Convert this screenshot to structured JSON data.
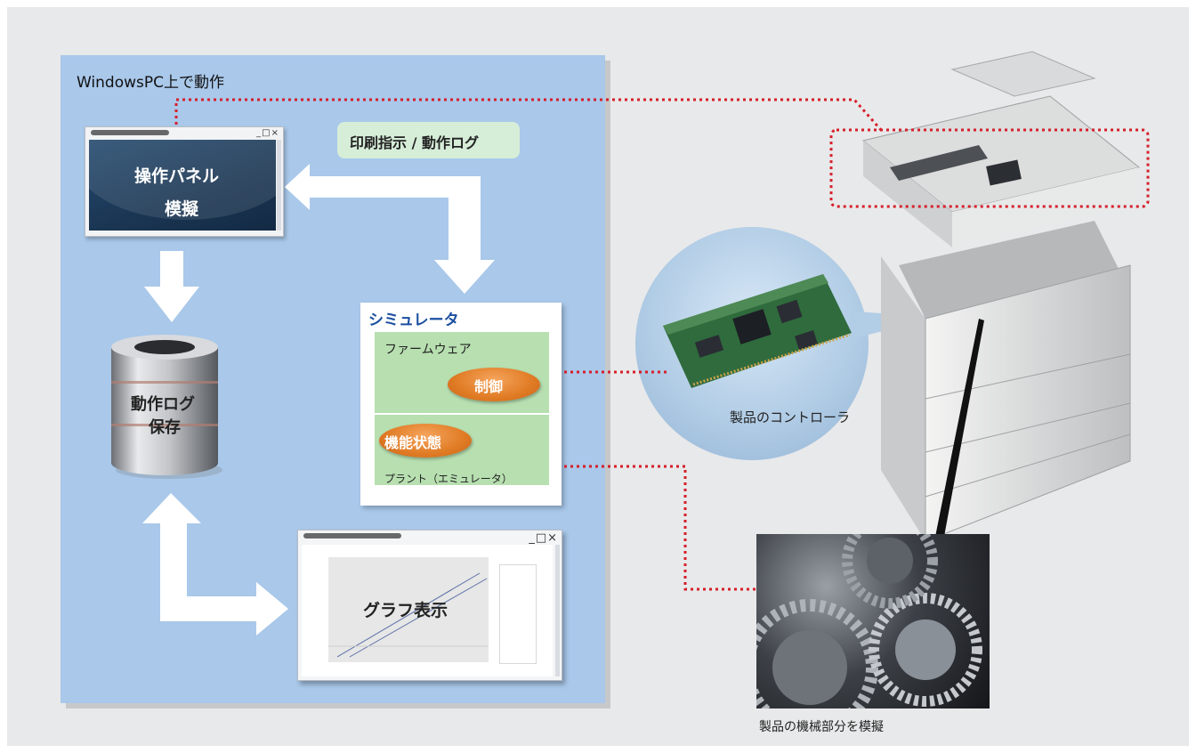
{
  "pc_area": {
    "title": "WindowsPC上で動作"
  },
  "operation_panel": {
    "label_line1": "操作パネル",
    "label_line2": "模擬"
  },
  "print_instruction": {
    "label": "印刷指示 / 動作ログ"
  },
  "simulator": {
    "title": "シミュレータ",
    "firmware_label": "ファームウェア",
    "control_label": "制御",
    "state_label": "機能状態",
    "plant_label": "プラント（エミュレータ）"
  },
  "log_storage": {
    "label_line1": "動作ログ",
    "label_line2": "保存"
  },
  "graph_window": {
    "label": "グラフ表示"
  },
  "controller": {
    "label": "製品のコントローラ"
  },
  "mechanics": {
    "label": "製品の機械部分を模擬"
  },
  "colors": {
    "pc_area": "#a9c8ea",
    "firmware": "#b7dfb0",
    "oval": "#e07b24",
    "dotted_line": "#d61f2b",
    "title_blue": "#1b4fa0"
  }
}
